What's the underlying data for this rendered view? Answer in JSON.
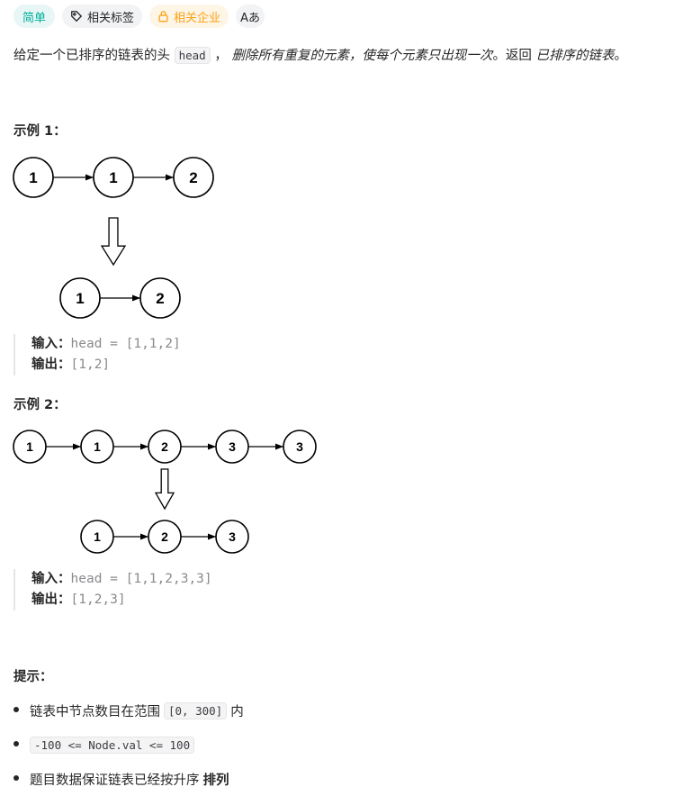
{
  "tags": {
    "difficulty": "简单",
    "related_tags": "相关标签",
    "related_companies": "相关企业",
    "translate": "Aあ",
    "colors": {
      "easy": "#00af9b",
      "company": "#ffa116"
    }
  },
  "description": {
    "p1": "给定一个已排序的链表的头",
    "code": "head",
    "p2": "，",
    "em1": "删除所有重复的元素，使每个元素只出现一次",
    "p3": "。返回",
    "em2": "已排序的链表",
    "p4": "。"
  },
  "examples": [
    {
      "heading": "示例 1：",
      "input_label": "输入：",
      "input_value": "head = [1,1,2]",
      "output_label": "输出：",
      "output_value": "[1,2]",
      "diagram": {
        "before": [
          "1",
          "1",
          "2"
        ],
        "after": [
          "1",
          "2"
        ]
      }
    },
    {
      "heading": "示例 2：",
      "input_label": "输入：",
      "input_value": "head = [1,1,2,3,3]",
      "output_label": "输出：",
      "output_value": "[1,2,3]",
      "diagram": {
        "before": [
          "1",
          "1",
          "2",
          "3",
          "3"
        ],
        "after": [
          "1",
          "2",
          "3"
        ]
      }
    }
  ],
  "hints": {
    "heading": "提示：",
    "items": [
      {
        "pre": "链表中节点数目在范围",
        "code": "[0, 300]",
        "post": "内",
        "bold": ""
      },
      {
        "pre": "",
        "code": "-100 <= Node.val <= 100",
        "post": "",
        "bold": ""
      },
      {
        "pre": "题目数据保证链表已经按升序",
        "code": "",
        "post": "",
        "bold": "排列"
      }
    ]
  }
}
